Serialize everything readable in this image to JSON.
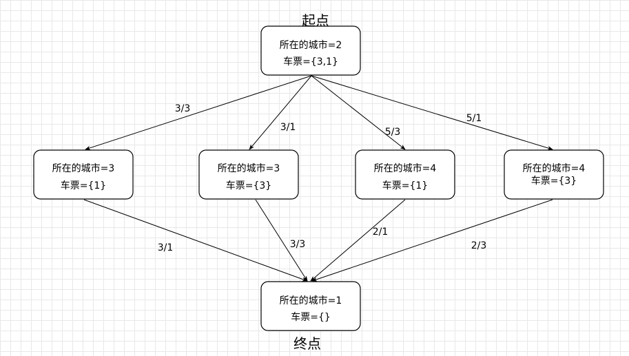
{
  "labels": {
    "start": "起点",
    "end": "终点"
  },
  "nodes": {
    "start": {
      "city": "所在的城市=2",
      "tickets": "车票={3,1}"
    },
    "n1": {
      "city": "所在的城市=3",
      "tickets": "车票={1}"
    },
    "n2": {
      "city": "所在的城市=3",
      "tickets": "车票={3}"
    },
    "n3": {
      "city": "所在的城市=4",
      "tickets": "车票={1}"
    },
    "n4": {
      "city": "所在的城市=4",
      "tickets": "车票={3}"
    },
    "end": {
      "city": "所在的城市=1",
      "tickets": "车票={}"
    }
  },
  "edges": {
    "e1": "3/3",
    "e2": "3/1",
    "e3": "5/3",
    "e4": "5/1",
    "e5": "3/1",
    "e6": "3/3",
    "e7": "2/1",
    "e8": "2/3"
  }
}
